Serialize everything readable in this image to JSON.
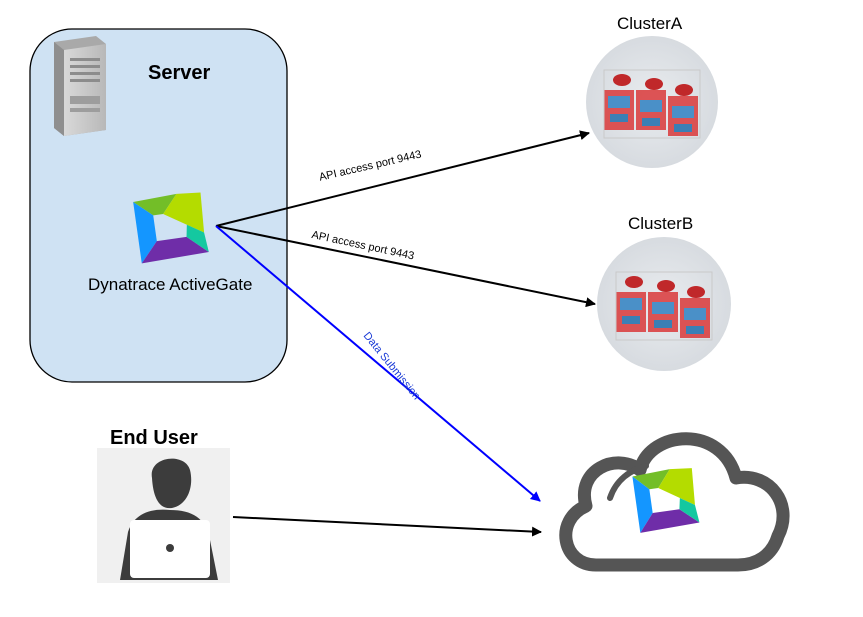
{
  "server": {
    "title": "Server"
  },
  "activegate": {
    "label": "Dynatrace ActiveGate"
  },
  "clusters": [
    {
      "label": "ClusterA"
    },
    {
      "label": "ClusterB"
    }
  ],
  "end_user": {
    "title": "End User"
  },
  "connections": {
    "api_a": "API access port 9443",
    "api_b": "API access port 9443",
    "data": "Data Submission"
  },
  "colors": {
    "server_box_fill": "#cfe2f3",
    "data_arrow": "#0000ff",
    "api_arrow": "#000000",
    "cloud_outline": "#555555"
  }
}
